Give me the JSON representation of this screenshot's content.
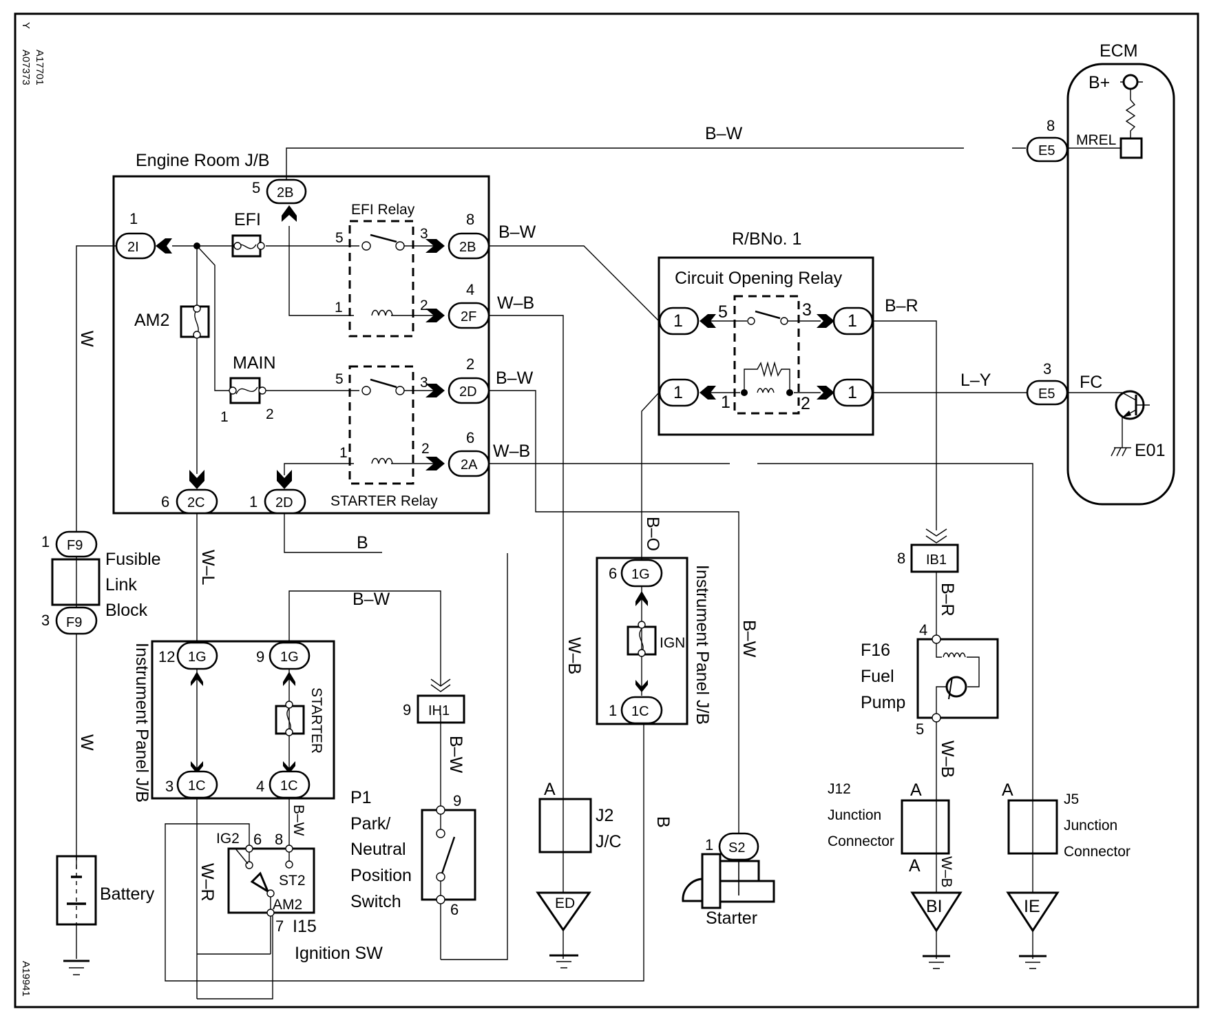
{
  "doc_ids": {
    "corner": "Y",
    "top_code_1": "A17701",
    "top_code_2": "A07373",
    "bottom_code": "A19941"
  },
  "ecm": {
    "title": "ECM",
    "bplus": "B+",
    "mrel": "MREL",
    "fc": "FC",
    "e01": "E01",
    "conn_top": {
      "pin": "8",
      "id": "E5"
    },
    "conn_fc": {
      "pin": "3",
      "id": "E5"
    }
  },
  "engine_room_jb": {
    "title": "Engine Room J/B",
    "fuses": {
      "efi": "EFI",
      "am2": "AM2",
      "main": "MAIN",
      "main_pin1": "1",
      "main_pin2": "2"
    },
    "efi_relay": {
      "title": "EFI Relay",
      "p5": "5",
      "p3": "3",
      "p1": "1",
      "p2": "2"
    },
    "starter_relay": {
      "title": "STARTER Relay",
      "p5": "5",
      "p3": "3",
      "p1": "1",
      "p2": "2"
    },
    "connectors": {
      "c2B_top": {
        "pin": "5",
        "id": "2B"
      },
      "c2I": {
        "pin": "1",
        "id": "2I"
      },
      "c2B": {
        "pin": "8",
        "id": "2B"
      },
      "c2F": {
        "pin": "4",
        "id": "2F"
      },
      "c2D_r": {
        "pin": "2",
        "id": "2D"
      },
      "c2A": {
        "pin": "6",
        "id": "2A"
      },
      "c2C": {
        "pin": "6",
        "id": "2C"
      },
      "c2D_b": {
        "pin": "1",
        "id": "2D"
      }
    }
  },
  "rb1": {
    "title": "R/BNo. 1",
    "relay": "Circuit Opening Relay",
    "p5": "5",
    "p3": "3",
    "p1": "1",
    "p2": "2",
    "conn_id": "1"
  },
  "wires": {
    "top_bw": "B–W",
    "bw_2b": "B–W",
    "wb_2f": "W–B",
    "bw_2d": "B–W",
    "wb_2a": "W–B",
    "br": "B–R",
    "ly": "L–Y",
    "w_upper": "W",
    "w_lower": "W",
    "wl": "W–L",
    "b_2d": "B",
    "bw_ih1": "B–W",
    "bw_ih1_v": "B–W",
    "wb_j2": "W–B",
    "bo": "B–O",
    "bw_s2": "B–W",
    "b_1c": "B",
    "br_ib1": "B–R",
    "wb_pump": "W–B",
    "wb_bi": "W–B",
    "bw_ign": "B–W",
    "wr": "W–R"
  },
  "fusible_link": {
    "l1": "Fusible",
    "l2": "Link",
    "l3": "Block",
    "top": {
      "pin": "1",
      "id": "F9"
    },
    "bottom": {
      "pin": "3",
      "id": "F9"
    }
  },
  "battery": {
    "label": "Battery"
  },
  "ip_jb_left": {
    "title": "Instrument Panel J/B",
    "fuse": "STARTER",
    "c12": {
      "pin": "12",
      "id": "1G"
    },
    "c9": {
      "pin": "9",
      "id": "1G"
    },
    "c3": {
      "pin": "3",
      "id": "1C"
    },
    "c4": {
      "pin": "4",
      "id": "1C"
    }
  },
  "ip_jb_mid": {
    "title": "Instrument Panel J/B",
    "fuse": "IGN",
    "c6": {
      "pin": "6",
      "id": "1G"
    },
    "c1": {
      "pin": "1",
      "id": "1C"
    }
  },
  "ignition_sw": {
    "ig2": "IG2",
    "p6": "6",
    "p8": "8",
    "st2": "ST2",
    "am2": "AM2",
    "p7": "7",
    "code": "I15",
    "label": "Ignition SW"
  },
  "ih1": {
    "pin": "9",
    "id": "IH1"
  },
  "pnp": {
    "code": "P1",
    "l1": "Park/",
    "l2": "Neutral",
    "l3": "Position",
    "l4": "Switch",
    "p9": "9",
    "p6": "6"
  },
  "j2": {
    "pin": "A",
    "l1": "J2",
    "l2": "J/C",
    "ground": "ED"
  },
  "starter": {
    "pin": "1",
    "id": "S2",
    "label": "Starter"
  },
  "ib1": {
    "pin": "8",
    "id": "IB1"
  },
  "fuel_pump": {
    "code": "F16",
    "l1": "Fuel",
    "l2": "Pump",
    "p4": "4",
    "p5": "5"
  },
  "j12": {
    "code": "J12",
    "l1": "Junction",
    "l2": "Connector",
    "pin_top": "A",
    "pin_bot": "A",
    "ground": "BI"
  },
  "j5": {
    "code": "J5",
    "l1": "Junction",
    "l2": "Connector",
    "pin_top": "A",
    "ground": "IE"
  }
}
